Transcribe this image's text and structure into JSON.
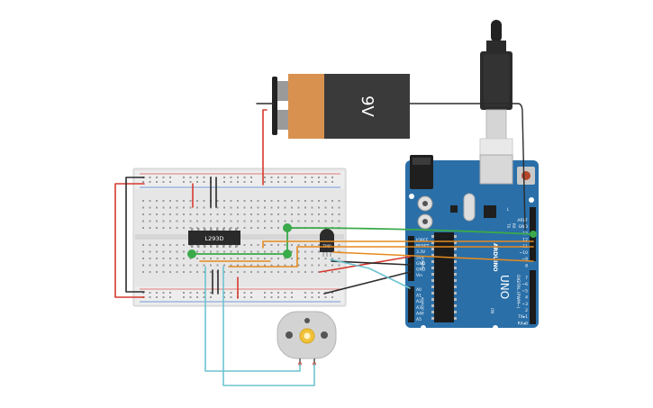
{
  "battery": {
    "label": "9V",
    "body_color": "#3a3a3a",
    "cap_color": "#d9914f"
  },
  "driver_ic": {
    "label": "L293D"
  },
  "sensor": {
    "label": "TMP"
  },
  "arduino": {
    "model": "UNO",
    "brand": "ARDUINO",
    "board_color": "#2a6fa8",
    "power_header": [
      "IOREF",
      "RESET",
      "3.3V",
      "5V",
      "GND",
      "GND",
      "Vin"
    ],
    "analog_header": [
      "A0",
      "A1",
      "A2",
      "A3",
      "A4",
      "A5"
    ],
    "top_header": [
      "AREF",
      "GND",
      "13",
      "12",
      "~11",
      "~10",
      "~9",
      "8"
    ],
    "bottom_header": [
      "7",
      "~6",
      "~5",
      "4",
      "~3",
      "2",
      "TX▸1",
      "RX◂0"
    ],
    "digital_label": "DIGITAL (PWM~)",
    "analog_label": "ANALOG IN",
    "power_label": "POWER",
    "on_label": "ON",
    "tx_label": "TX",
    "rx_label": "RX",
    "led_label": "L"
  },
  "colors": {
    "wire_red": "#d63a2f",
    "wire_black": "#2b2b2b",
    "wire_green": "#3aaa4a",
    "wire_orange": "#e58a1f",
    "wire_cyan": "#6ec3d0",
    "breadboard": "#e3e3e3"
  }
}
